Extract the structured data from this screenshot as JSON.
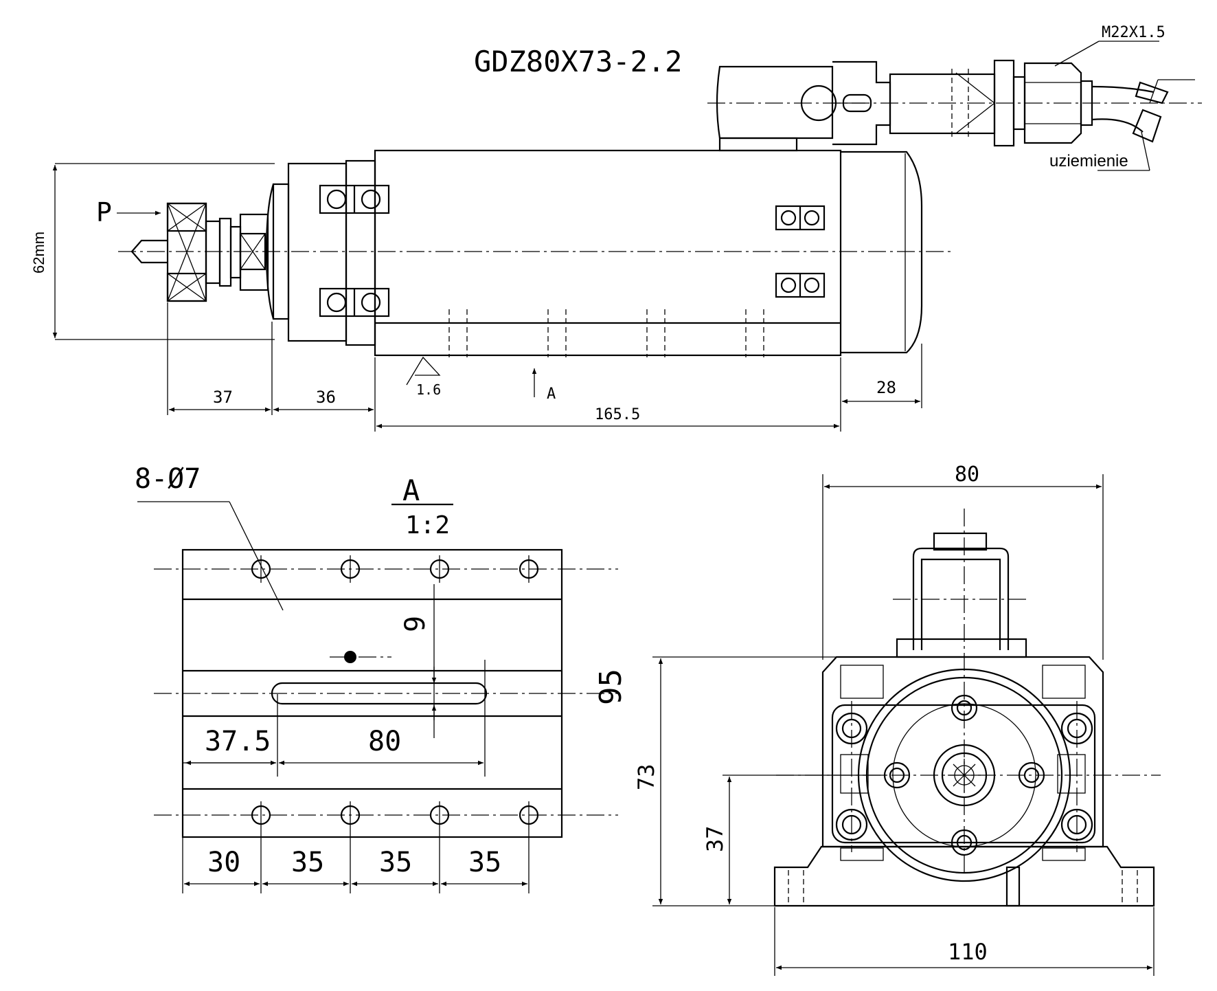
{
  "title": "GDZ80X73-2.2",
  "top_view": {
    "height_label": "62mm",
    "p_label": "P",
    "thread_label": "M22X1.5",
    "ground_label": "uziemienie",
    "roughness_label": "1.6",
    "view_arrow_label": "A",
    "dims": {
      "d37": "37",
      "d36": "36",
      "d1655": "165.5",
      "d28": "28"
    }
  },
  "bottom_view": {
    "holes_label": "8-Ø7",
    "view_name": "A",
    "scale": "1:2",
    "dims": {
      "d375": "37.5",
      "d80": "80",
      "d95": "95",
      "d9": "9",
      "d30": "30",
      "d35a": "35",
      "d35b": "35",
      "d35c": "35"
    }
  },
  "end_view": {
    "dims": {
      "d80": "80",
      "d73": "73",
      "d37": "37",
      "d110": "110"
    }
  }
}
